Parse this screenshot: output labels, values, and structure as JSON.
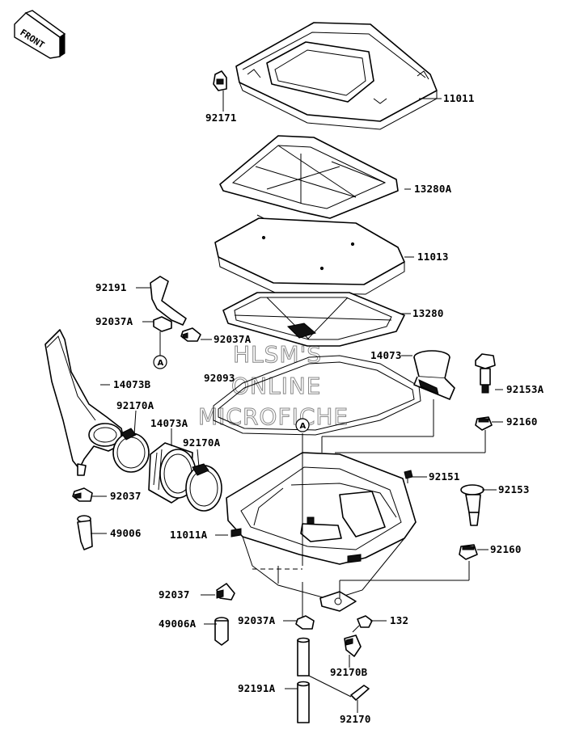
{
  "diagram": {
    "orientation": "FRONT",
    "watermark": [
      "HLSM'S",
      "ONLINE",
      "MICROFICHE"
    ],
    "reference_marker": "A",
    "part_labels": {
      "p11011": "11011",
      "p92171": "92171",
      "p13280A": "13280A",
      "p11013": "11013",
      "p92191": "92191",
      "p92037A_1": "92037A",
      "p92037A_2": "92037A",
      "p13280": "13280",
      "p14073": "14073",
      "p14073B": "14073B",
      "p92093": "92093",
      "p92153A": "92153A",
      "p92170A_1": "92170A",
      "p14073A": "14073A",
      "p92170A_2": "92170A",
      "p92160_1": "92160",
      "p92151": "92151",
      "p92037_1": "92037",
      "p92153": "92153",
      "p49006": "49006",
      "p11011A": "11011A",
      "p92160_2": "92160",
      "p92037_2": "92037",
      "p49006A": "49006A",
      "p92037A_3": "92037A",
      "p132": "132",
      "p92170B": "92170B",
      "p92191A": "92191A",
      "p92170": "92170"
    }
  }
}
